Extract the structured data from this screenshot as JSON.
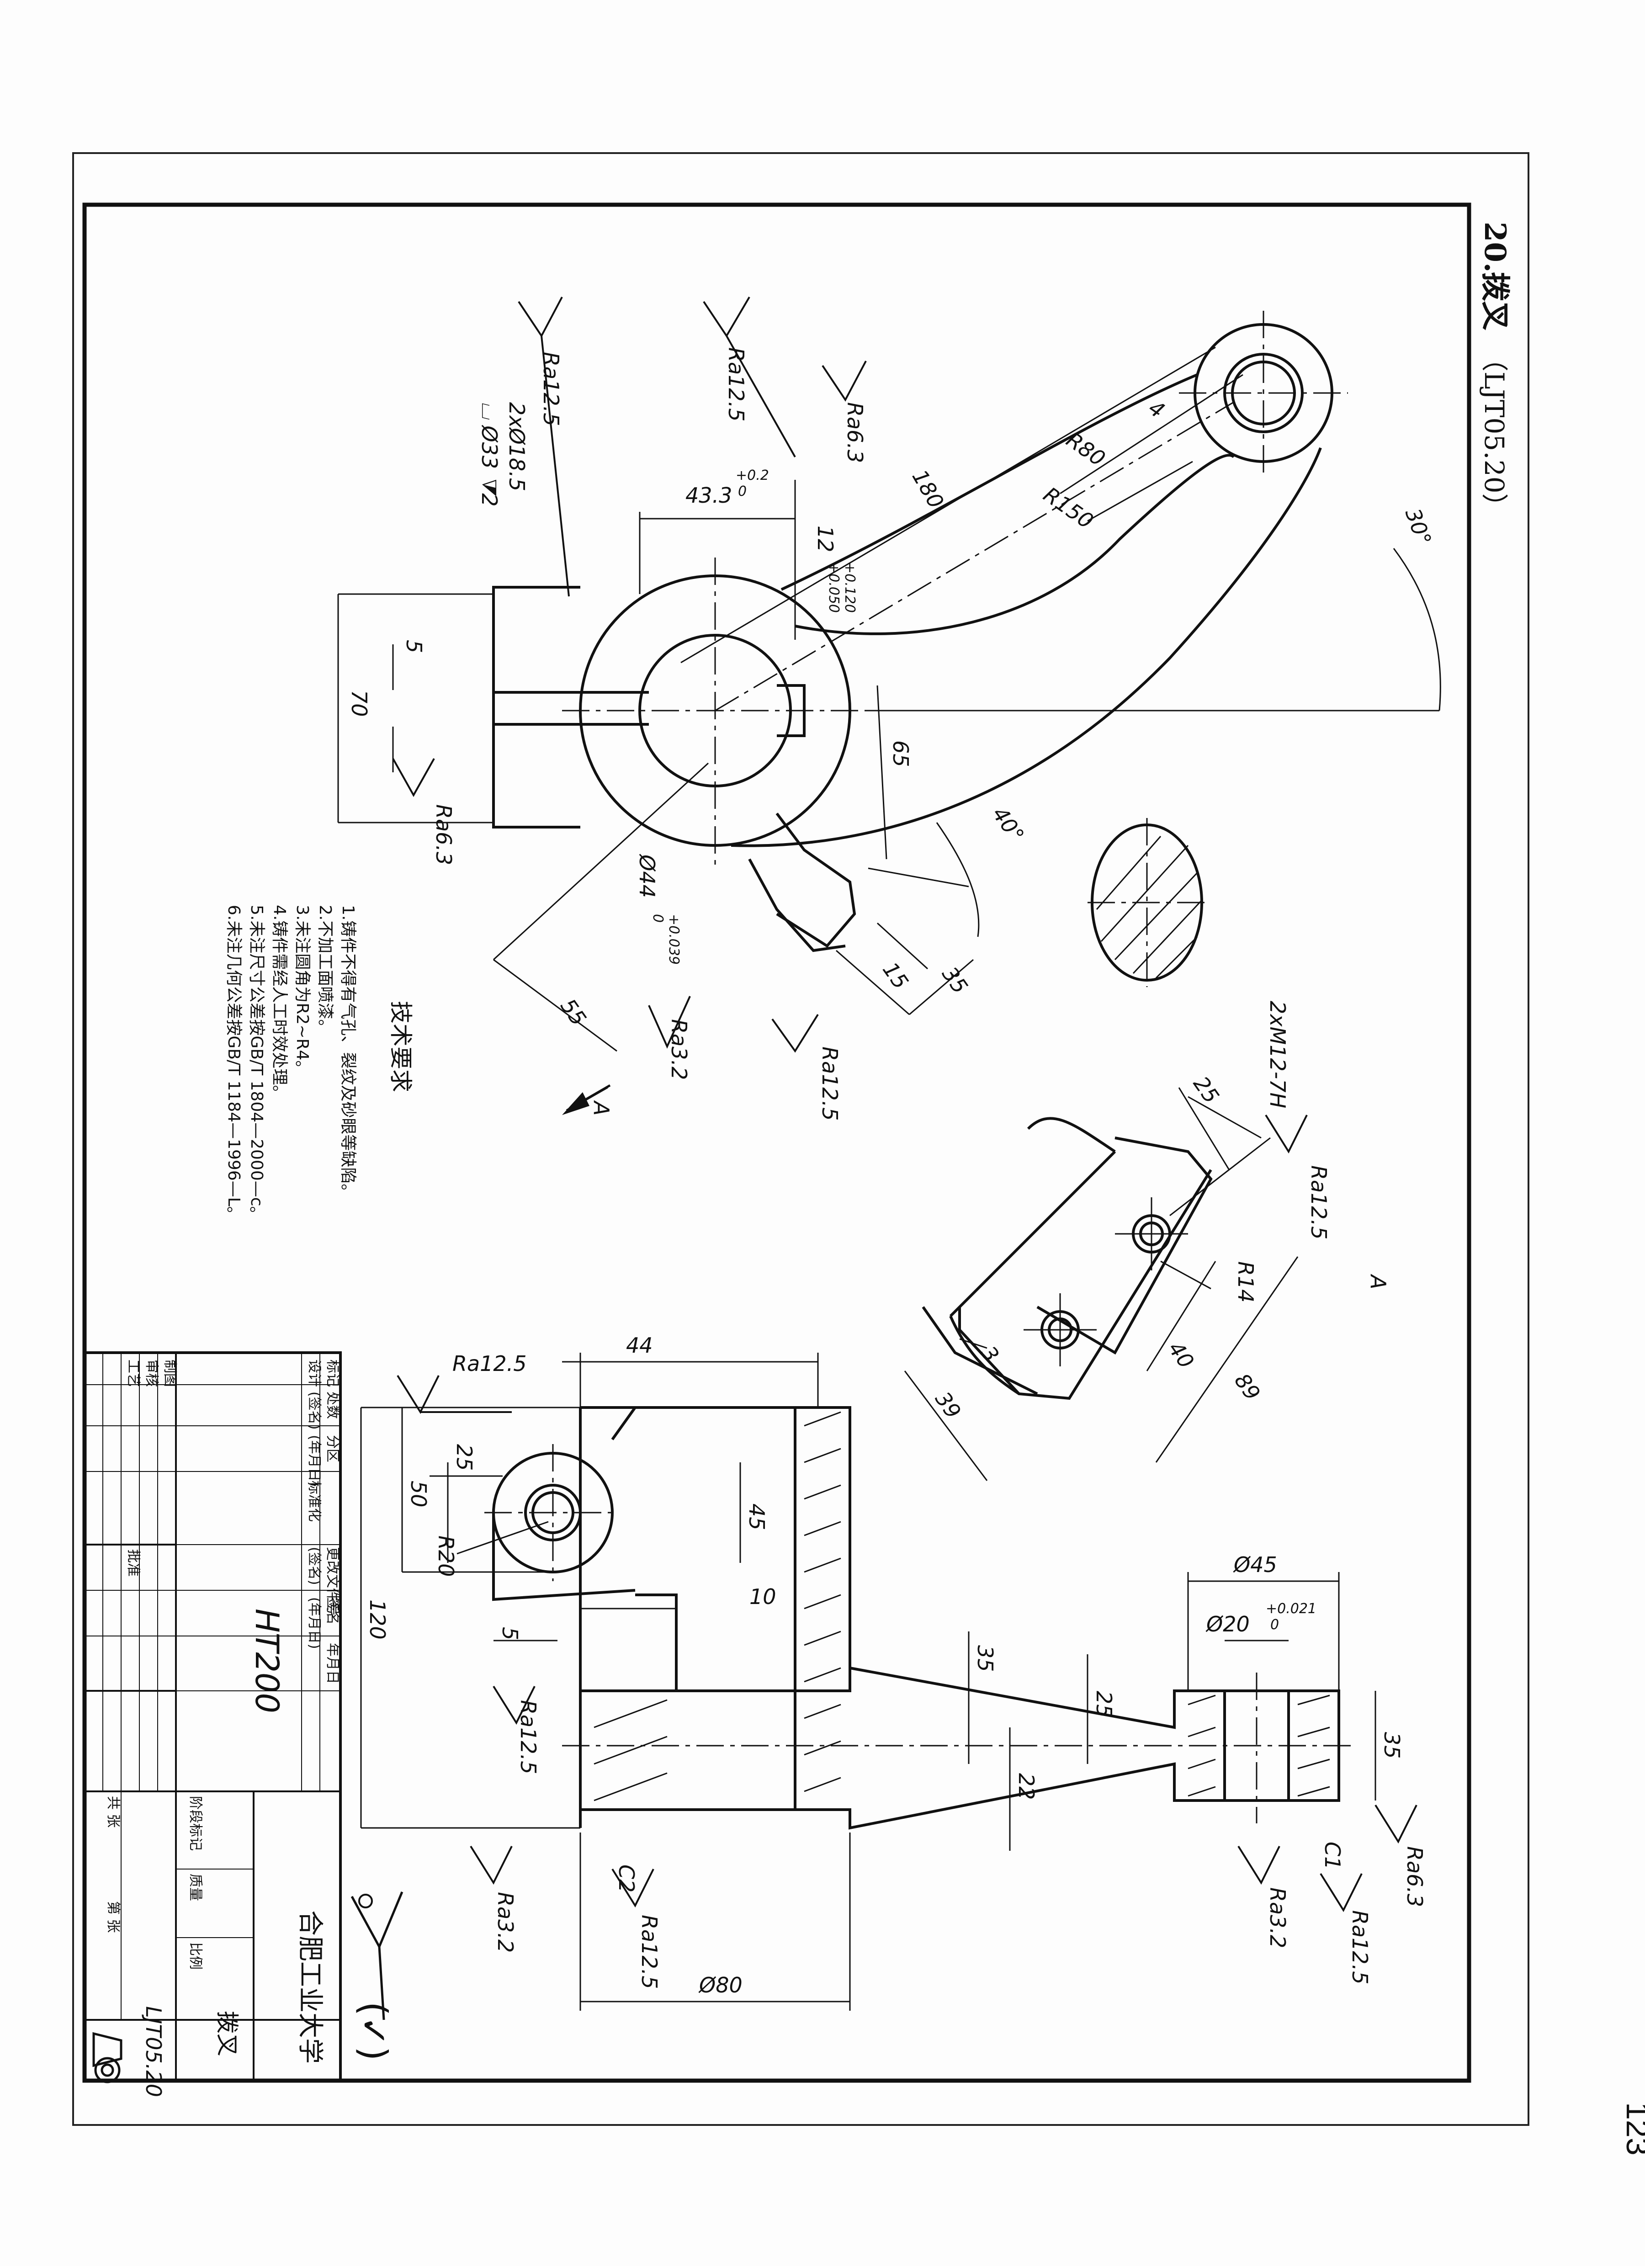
{
  "page_number": "123",
  "header": {
    "number": "20.",
    "name": "拨叉",
    "code": "（LJT05.20）"
  },
  "tech": {
    "title": "技术要求",
    "items": [
      "1.铸件不得有气孔、裂纹及砂眼等缺陷。",
      "2.不加工面喷漆。",
      "3.未注圆角为R2~R4。",
      "4.铸件需经人工时效处理。",
      "5.未注尺寸公差按GB/T 1804—2000—c。",
      "6.未注几何公差按GB/T 1184—1996—L。"
    ]
  },
  "view_a": {
    "label": "A",
    "arrow_label": "A"
  },
  "dims_main": {
    "ra125_a": "Ra12.5",
    "ra125_b": "Ra12.5",
    "ra63_a": "Ra6.3",
    "holes": "2xØ18.5",
    "cbore": "⌴ Ø33 ⧩2",
    "d433": "43.3",
    "d433_tol_u": "+0.2",
    "d433_tol_l": "0",
    "d180": "180",
    "r80": "R80",
    "r150": "R150",
    "d4": "4",
    "angle30": "30°",
    "angle40": "40°",
    "d12": "12",
    "d12_tol_u": "+0.120",
    "d12_tol_l": "+0.050",
    "d5": "5",
    "d70": "70",
    "d65": "65",
    "ra63_b": "Ra6.3",
    "d44": "Ø44",
    "d44_tol_u": "+0.039",
    "d44_tol_l": "0",
    "d55": "55",
    "d15": "15",
    "d35": "35",
    "ra32": "Ra3.2",
    "ra125_c": "Ra12.5"
  },
  "dims_a": {
    "thread": "2xM12-7H",
    "d25": "25",
    "ra125": "Ra12.5",
    "r14": "R14",
    "d40": "40",
    "d89": "89",
    "d39": "39",
    "d3": "3"
  },
  "dims_section": {
    "ra125_top": "Ra12.5",
    "d44": "44",
    "d25": "25",
    "d50": "50",
    "r20": "R20",
    "d45": "45",
    "d10": "10",
    "d5": "5",
    "d120": "120",
    "ra125_mid": "Ra12.5",
    "ra32_left": "Ra3.2",
    "c2": "C2",
    "ra125_bot": "Ra12.5",
    "d80": "Ø80",
    "d45b": "Ø45",
    "d20": "Ø20",
    "d20_tol_u": "+0.021",
    "d20_tol_l": "0",
    "d35": "35",
    "d25b": "25",
    "d22": "22",
    "d35b": "35",
    "ra63": "Ra6.3",
    "c1": "C1",
    "ra32_r": "Ra3.2",
    "ra125_r": "Ra12.5"
  },
  "roughness_note": "(✓)",
  "title_block": {
    "school": "合肥工业大学",
    "material": "HT200",
    "part_name": "拨叉",
    "drawing_no": "LJT05.20",
    "row_labels": [
      "标记",
      "设计",
      "制图",
      "审核",
      "工艺"
    ],
    "col_labels": [
      "处数",
      "分区",
      "更改文件号",
      "签名",
      "年月日"
    ],
    "sign_labels": [
      "(签名)",
      "(年月日)",
      "标准化",
      "(签名)",
      "(年月日)"
    ],
    "approve": "批准",
    "stage": "阶段标记",
    "mass": "质量",
    "scale": "比例",
    "sheets": "共  张",
    "sheet": "第  张"
  }
}
